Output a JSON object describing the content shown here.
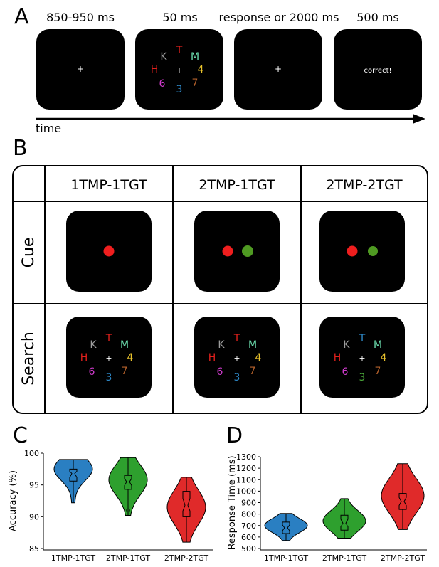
{
  "panel_labels": {
    "a": "A",
    "b": "B",
    "c": "C",
    "d": "D"
  },
  "timeline": {
    "durations": [
      "850-950 ms",
      "50 ms",
      "response or 2000 ms",
      "500 ms"
    ],
    "axis_label": "time",
    "fixation": "+",
    "feedback": "correct!"
  },
  "search_display": {
    "fixation": "+",
    "standard": [
      {
        "ch": "K",
        "color": "#9c9c9c"
      },
      {
        "ch": "T",
        "color": "#e0201c"
      },
      {
        "ch": "M",
        "color": "#6de0b0"
      },
      {
        "ch": "H",
        "color": "#e0201c"
      },
      {
        "ch": "4",
        "color": "#e8c22c"
      },
      {
        "ch": "6",
        "color": "#d23ccf"
      },
      {
        "ch": "3",
        "color": "#2e88c7"
      },
      {
        "ch": "7",
        "color": "#b5612b"
      }
    ],
    "variant_2tgt": [
      {
        "ch": "K",
        "color": "#9c9c9c"
      },
      {
        "ch": "T",
        "color": "#2e88c7"
      },
      {
        "ch": "M",
        "color": "#6de0b0"
      },
      {
        "ch": "H",
        "color": "#e0201c"
      },
      {
        "ch": "4",
        "color": "#e8c22c"
      },
      {
        "ch": "6",
        "color": "#d23ccf"
      },
      {
        "ch": "3",
        "color": "#4aa83a"
      },
      {
        "ch": "7",
        "color": "#b5612b"
      }
    ]
  },
  "conditions": [
    "1TMP-1TGT",
    "2TMP-1TGT",
    "2TMP-2TGT"
  ],
  "row_labels": [
    "Cue",
    "Search"
  ],
  "cue_colors": {
    "red": "#ef1e1e",
    "green": "#4f9a22"
  },
  "chart_data": [
    {
      "type": "violin",
      "ylabel": "Accuracy (%)",
      "ylim": [
        85,
        100
      ],
      "yticks": [
        85,
        90,
        95,
        100
      ],
      "categories": [
        "1TMP-1TGT",
        "2TMP-1TGT",
        "2TMP-2TGT"
      ],
      "colors": [
        "#2a7fc2",
        "#2ea02e",
        "#e02a2a"
      ],
      "series": [
        {
          "min": 92.2,
          "q1": 95.6,
          "median": 96.8,
          "q3": 97.5,
          "max": 99.0,
          "mode": 97.5
        },
        {
          "min": 90.2,
          "q1": 94.3,
          "median": 95.5,
          "q3": 96.5,
          "max": 99.3,
          "mode": 95.8,
          "outlier": 91.0
        },
        {
          "min": 86.0,
          "q1": 90.0,
          "median": 91.8,
          "q3": 94.0,
          "max": 96.2,
          "mode": 91.5
        }
      ]
    },
    {
      "type": "violin",
      "ylabel": "Response Time (ms)",
      "ylim": [
        500,
        1300
      ],
      "yticks": [
        500,
        600,
        700,
        800,
        900,
        1000,
        1100,
        1200,
        1300
      ],
      "categories": [
        "1TMP-1TGT",
        "2TMP-1TGT",
        "2TMP-2TGT"
      ],
      "colors": [
        "#2a7fc2",
        "#2ea02e",
        "#e02a2a"
      ],
      "series": [
        {
          "min": 570,
          "q1": 630,
          "median": 680,
          "q3": 730,
          "max": 805,
          "mode": 700
        },
        {
          "min": 590,
          "q1": 660,
          "median": 720,
          "q3": 790,
          "max": 935,
          "mode": 740
        },
        {
          "min": 665,
          "q1": 840,
          "median": 910,
          "q3": 980,
          "max": 1240,
          "mode": 960
        }
      ]
    }
  ]
}
